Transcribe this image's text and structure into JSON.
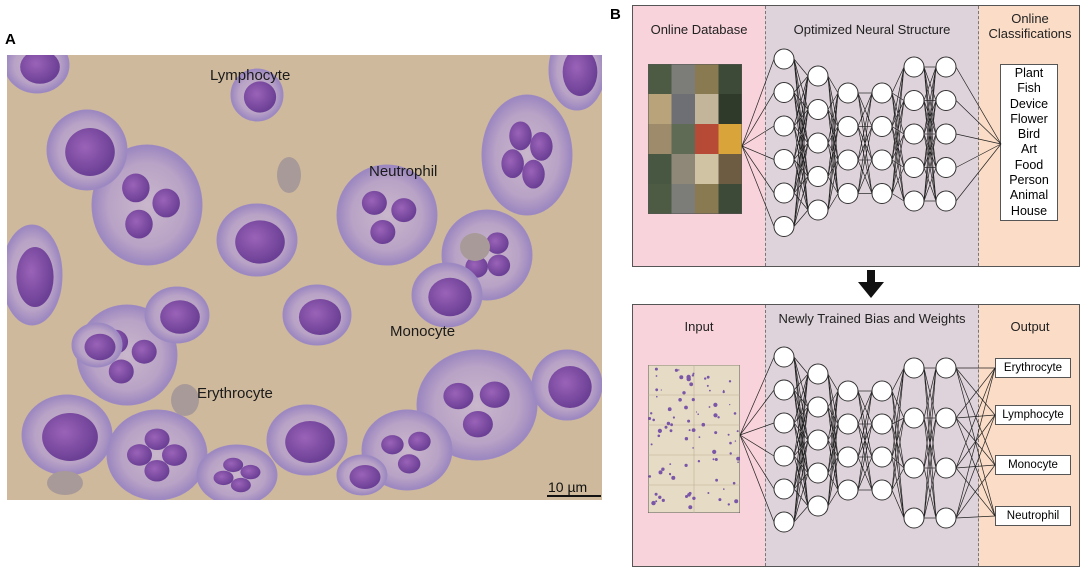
{
  "panels": {
    "a": "A",
    "b": "B"
  },
  "micrograph": {
    "labels": {
      "lymphocyte": "Lymphocyte",
      "neutrophil": "Neutrophil",
      "monocyte": "Monocyte",
      "erythrocyte": "Erythrocyte"
    },
    "scale": "10 µm"
  },
  "top_diagram": {
    "col1_title": "Online Database",
    "col2_title": "Optimized Neural Structure",
    "col3_title": "Online Classifications",
    "classifications": [
      "Plant",
      "Fish",
      "Device",
      "Flower",
      "Bird",
      "Art",
      "Food",
      "Person",
      "Animal",
      "House"
    ]
  },
  "bottom_diagram": {
    "col1_title": "Input",
    "col2_title": "Newly Trained Bias and Weights",
    "col3_title": "Output",
    "outputs": [
      "Erythrocyte",
      "Lymphocyte",
      "Monocyte",
      "Neutrophil"
    ]
  },
  "colors": {
    "pink": "#f8d3db",
    "grey": "#ded3da",
    "peach": "#fbdcc6",
    "cell_purple": "#7a4a9c",
    "background_tan": "#cdb69a"
  }
}
